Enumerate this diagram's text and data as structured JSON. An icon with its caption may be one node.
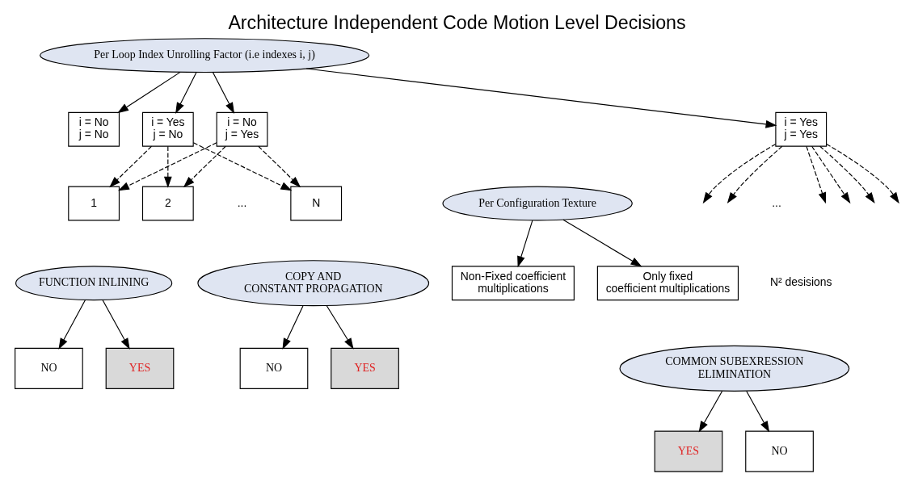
{
  "diagram": {
    "title": "Architecture Independent Code Motion Level Decisions",
    "nodes": [
      {
        "text": [
          "Per Loop Index Unrolling Factor (i.e indexes i, j)"
        ]
      },
      {
        "text": [
          "i = No j = No"
        ]
      },
      {
        "text": [
          "i = Yes j = No"
        ]
      },
      {
        "text": [
          "i = No j = Yes"
        ]
      },
      {
        "text": [
          "i = Yes j = Yes"
        ]
      },
      {
        "text": [
          "1"
        ]
      },
      {
        "text": [
          "2"
        ]
      },
      {
        "text": [
          "N"
        ]
      },
      {
        "text": [
          "Per Configuration Texture"
        ]
      },
      {
        "text": [
          "Only fixed coefficient multiplications"
        ]
      },
      {
        "text": [
          "Non-Fixed coefficient multiplications"
        ]
      },
      {
        "text": [
          "FUNCTION INLINING"
        ]
      },
      {
        "text": [
          "YES"
        ]
      },
      {
        "text": [
          "NO"
        ]
      },
      {
        "text": [
          "COPY AND CONSTANT PROPAGATION"
        ]
      },
      {
        "text": [
          "YES"
        ]
      },
      {
        "text": [
          "NO"
        ]
      },
      {
        "text": [
          "COMMON SUBEXRESSION ELIMINATION"
        ]
      },
      {
        "text": [
          "YES"
        ]
      },
      {
        "text": [
          "NO"
        ]
      }
    ],
    "edges": [
      {
        "from": 0,
        "to": 1,
        "arrow": "to"
      },
      {
        "from": 0,
        "to": 2,
        "arrow": "to"
      },
      {
        "from": 0,
        "to": 3,
        "arrow": "to"
      },
      {
        "from": 0,
        "to": 4,
        "arrow": "to"
      },
      {
        "from": 2,
        "to": 5,
        "arrow": "to",
        "style": "dashed"
      },
      {
        "from": 2,
        "to": 6,
        "arrow": "to",
        "style": "dashed"
      },
      {
        "from": 2,
        "to": 7,
        "arrow": "to",
        "style": "dashed"
      },
      {
        "from": 3,
        "to": 5,
        "arrow": "to",
        "style": "dashed"
      },
      {
        "from": 3,
        "to": 6,
        "arrow": "to",
        "style": "dashed"
      },
      {
        "from": 3,
        "to": 7,
        "arrow": "to",
        "style": "dashed"
      },
      {
        "from": 4,
        "to": null,
        "arrow": "to",
        "style": "dashed"
      },
      {
        "from": 4,
        "to": null,
        "arrow": "to",
        "style": "dashed"
      },
      {
        "from": 4,
        "to": null,
        "arrow": "to",
        "style": "dashed"
      },
      {
        "from": 4,
        "to": null,
        "arrow": "to",
        "style": "dashed"
      },
      {
        "from": 4,
        "to": null,
        "arrow": "to",
        "style": "dashed"
      },
      {
        "from": 4,
        "to": null,
        "arrow": "to",
        "style": "dashed"
      },
      {
        "from": 8,
        "to": 9,
        "arrow": "to"
      },
      {
        "from": 8,
        "to": 10,
        "arrow": "to"
      },
      {
        "from": 11,
        "to": 12,
        "arrow": "to"
      },
      {
        "from": 11,
        "to": 13,
        "arrow": "to"
      },
      {
        "from": 14,
        "to": 15,
        "arrow": "to"
      },
      {
        "from": 14,
        "to": 16,
        "arrow": "to"
      },
      {
        "from": 17,
        "to": 18,
        "arrow": "to"
      },
      {
        "from": 17,
        "to": 19,
        "arrow": "to"
      }
    ],
    "labels": [
      "...",
      "...",
      "N² desisions"
    ]
  }
}
